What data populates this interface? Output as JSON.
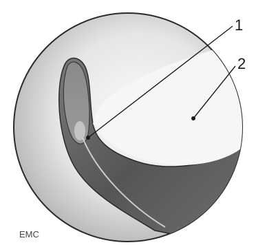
{
  "labels": [
    {
      "id": "label-1",
      "text": "1"
    },
    {
      "id": "label-2",
      "text": "2"
    }
  ],
  "logo_text": "EMC",
  "colors": {
    "background": "#ffffff",
    "outline": "#2a2a2a",
    "bright_area": "#f7f7f7",
    "channel_dark": "#555555",
    "rim_gray": "#b9b9b9"
  }
}
